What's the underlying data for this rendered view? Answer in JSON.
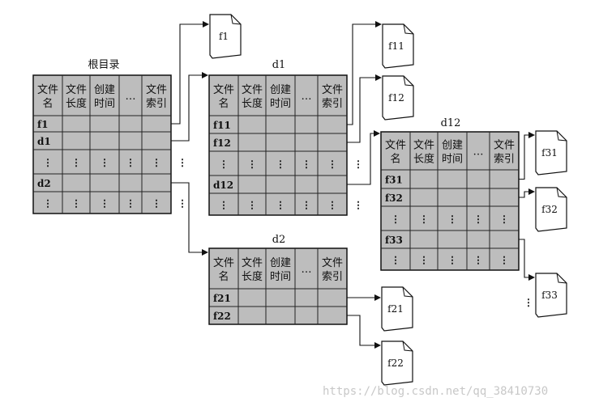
{
  "headers": [
    "文件|名",
    "文件|长度",
    "创建|时间",
    "…",
    "文件|索引"
  ],
  "tables": {
    "root": {
      "title": "根目录",
      "rows": [
        "f1",
        "d1",
        "⋮",
        "d2",
        "⋮"
      ]
    },
    "d1": {
      "title": "d1",
      "rows": [
        "f11",
        "f12",
        "⋮",
        "d12",
        "⋮"
      ]
    },
    "d2": {
      "title": "d2",
      "rows": [
        "f21",
        "f22"
      ]
    },
    "d12": {
      "title": "d12",
      "rows": [
        "f31",
        "f32",
        "⋮",
        "f33",
        "⋮"
      ]
    }
  },
  "files": {
    "f1": "f1",
    "f11": "f11",
    "f12": "f12",
    "f21": "f21",
    "f22": "f22",
    "f31": "f31",
    "f32": "f32",
    "f33": "f33"
  },
  "ellipsis": "⋮",
  "watermark": "https://blog.csdn.net/qq_38410730"
}
